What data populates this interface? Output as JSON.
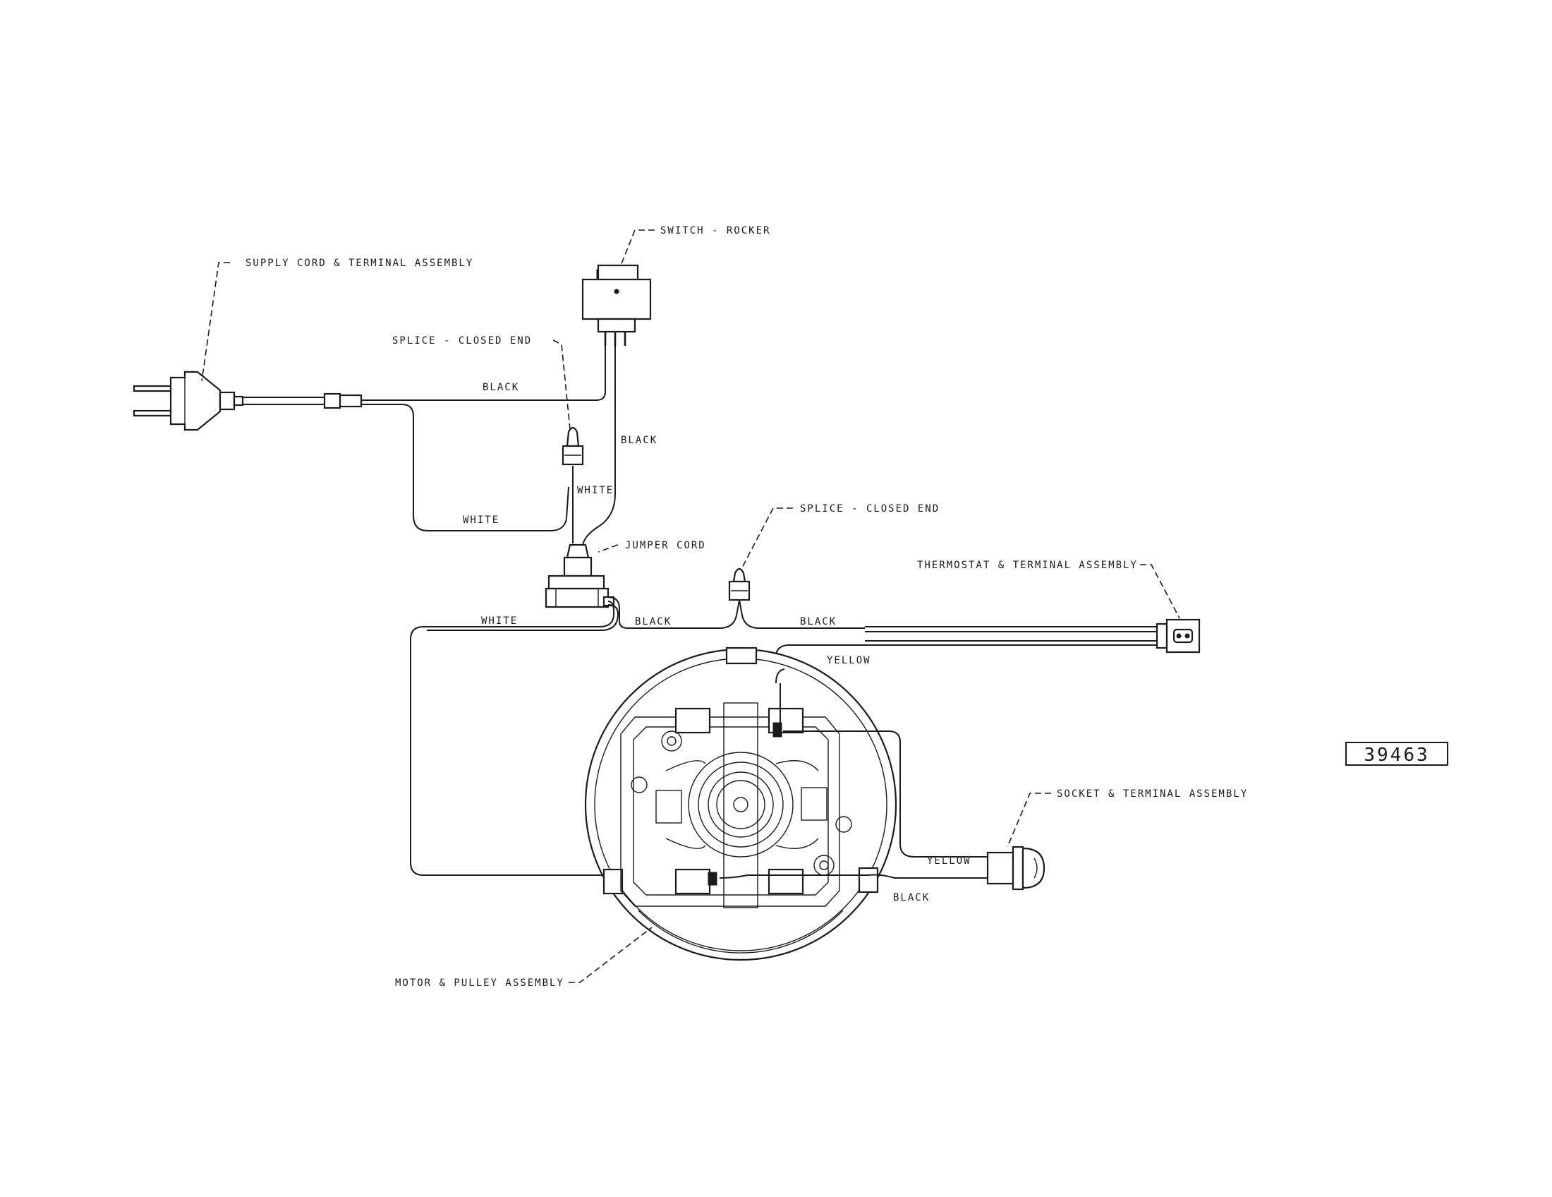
{
  "labels": {
    "supply_cord": "SUPPLY CORD & TERMINAL ASSEMBLY",
    "switch": "SWITCH - ROCKER",
    "splice_top": "SPLICE - CLOSED END",
    "jumper_cord": "JUMPER CORD",
    "splice_right": "SPLICE - CLOSED END",
    "thermostat": "THERMOSTAT & TERMINAL ASSEMBLY",
    "socket": "SOCKET & TERMINAL ASSEMBLY",
    "motor": "MOTOR & PULLEY ASSEMBLY"
  },
  "wire_labels": {
    "black_cord": "BLACK",
    "black_switch": "BLACK",
    "white_splice": "WHITE",
    "white_cord": "WHITE",
    "white_motor": "WHITE",
    "black_jumper": "BLACK",
    "black_thermostat": "BLACK",
    "yellow_thermostat": "YELLOW",
    "yellow_socket": "YELLOW",
    "black_socket": "BLACK"
  },
  "reference_number": "39463"
}
